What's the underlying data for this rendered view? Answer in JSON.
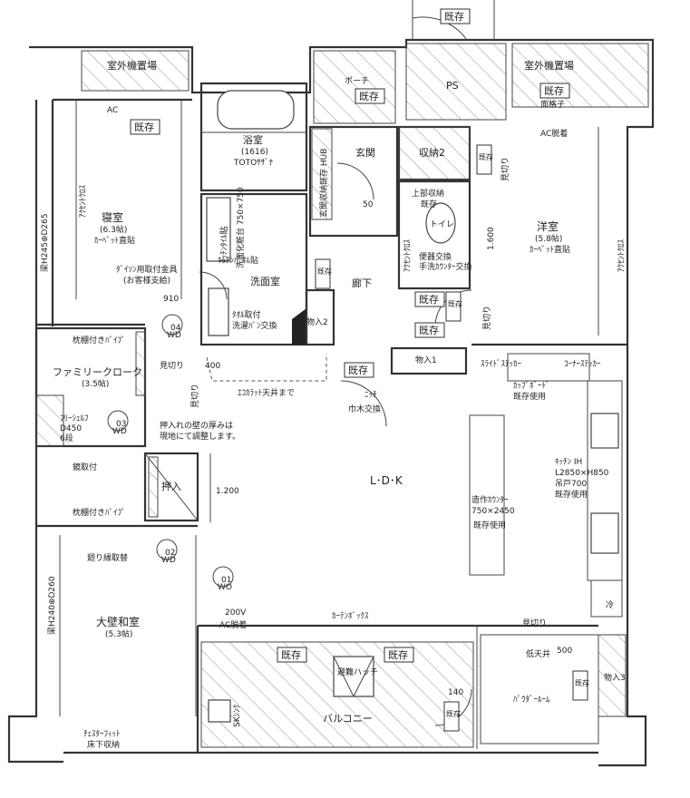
{
  "stamp": "既存",
  "rooms": {
    "outdoor_unit_left": "室外機置場",
    "outdoor_unit_right": "室外機置場",
    "ps": "PS",
    "porch": "ポーチ",
    "bathroom": "浴室",
    "bathroom_size": "(1616)",
    "bathroom_maker": "TOTOｻｻﾞﾅ",
    "entrance": "玄関",
    "storage2": "収納2",
    "bedroom": "寝室",
    "bedroom_size": "(6.3帖)",
    "bedroom_floor": "ｶｰﾍﾟｯﾄ直貼",
    "western_room": "洋室",
    "western_size": "(5.8帖)",
    "western_floor": "ｶｰﾍﾟｯﾄ直貼",
    "washroom": "洗面室",
    "corridor": "廊下",
    "toilet": "トイレ",
    "storage_top": "上部収納",
    "storage_top_existing": "既存",
    "storage1": "物入1",
    "storage2_small": "物入2",
    "storage3": "物入3",
    "family_closet": "ファミリークローク",
    "family_closet_size": "(3.5帖)",
    "push_closet": "押入",
    "ldk": "L･D･K",
    "japanese_room": "大壁和室",
    "japanese_size": "(5.3帖)",
    "balcony": "バルコニー",
    "powder_room": "ﾊﾟｳﾀﾞｰﾙｰﾑ",
    "low_ceiling": "低天井",
    "fridge": "冷"
  },
  "notes": {
    "ac_left": "AC",
    "lattice": "面格子",
    "ac_remove_top": "AC脱着",
    "shoe_storage": "玄関収納既存 HUB",
    "beam_left": "梁H245⊕D265",
    "accent_cross_left": "ｱｸｾﾝﾄｸﾛｽ",
    "accent_cross_right": "ｱｸｾﾝﾄｸﾛｽ",
    "accent_cross_toilet": "ｱｸｾﾝﾄｸﾛｽ",
    "vanity": "洗面化粧台 750×750",
    "tile_wall": "ｷｯﾁﾝﾊﾟﾈﾙ貼",
    "tile_left": "ｷｯﾁﾝﾀｲﾙ貼",
    "dyson": "ﾀﾞｲｿﾝ用取付金具",
    "dyson_note": "(お客様支給)",
    "dim_910": "910",
    "shelf_washer": "洗濯ﾊﾟﾝ交換",
    "shelf_install": "ﾀｵﾙ取付",
    "toilet_swap": "便器交換",
    "toilet_counter": "手洗ｶｳﾝﾀｰ交換",
    "dim_1600": "1.600",
    "dim_50": "50",
    "pipe_top": "枕棚付きﾊﾟｲﾌﾟ",
    "pipe_bottom": "枕棚付きﾊﾟｲﾌﾟ",
    "parting_left": "見切り",
    "parting_vert": "見切り",
    "parting_right": "見切り",
    "parting_bottom": "見切り",
    "parting_top_right": "見切り",
    "dim_400": "400",
    "eco_ceiling": "ｴｺｶﾗｯﾄ天井まで",
    "niche": "ﾆｯﾁ",
    "baseboard": "巾木交換",
    "slide_sticker": "ｽﾗｲﾄﾞｽﾃｯｶｰ",
    "corner_sticker": "ｺｰﾅｰｽﾃｯｶｰ",
    "cupboard": "ｶｯﾌﾟﾎﾞｰﾄﾞ",
    "cupboard_existing": "既存使用",
    "free_shelf": "ﾌﾘｰｼｪﾙﾌ",
    "free_shelf_dim": "D450",
    "free_shelf_tiers": "6段",
    "wall_note1": "押入れの壁の厚みは",
    "wall_note2": "現地にて調整します。",
    "mirror": "鏡取付",
    "dim_1200": "1.200",
    "kitchen_1": "ｷｯﾁﾝ IH",
    "kitchen_2": "L2850×H850",
    "kitchen_3": "吊戸700",
    "kitchen_4": "既存使用",
    "counter_1": "造作ｶｳﾝﾀｰ",
    "counter_2": "750×2450",
    "counter_3": "既存使用",
    "edge_change": "廻り縁取替",
    "beam_lower": "梁H240⊕D260",
    "curtain_box": "ｶｰﾃﾝﾎﾞｯｸｽ",
    "v200": "200V",
    "ac_remove_bottom": "AC脱着",
    "escape_hatch": "避難ハッチ",
    "sk_sink": "SKｼﾝｸ",
    "dim_140": "140",
    "dim_500": "500",
    "chest": "ﾁｪｽﾀｰﾌｨｯﾄ",
    "chest_2": "床下収納",
    "wd_04": "04",
    "wd_03": "03",
    "wd_02": "02",
    "wd_01": "01",
    "wd": "WD",
    "wo": "WO"
  },
  "colors": {
    "line": "#333333",
    "paper": "#ffffff"
  }
}
